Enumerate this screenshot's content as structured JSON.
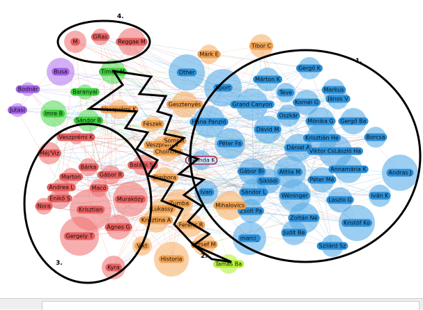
{
  "colors": {
    "blue": "#5aaee8",
    "orange": "#f7b26a",
    "red": "#f07878",
    "green": "#5fdc5f",
    "purple": "#b57bef",
    "highlight": "#b01e4a",
    "yellowgreen": "#b5f03a",
    "label_blue": "#2a8fd8",
    "label_orange": "#f0a050",
    "label_red": "#e85f5f",
    "label_green": "#3fcf3f",
    "label_purple": "#a260e8"
  },
  "groups": [
    {
      "name": "group-1-circle",
      "label": "1."
    },
    {
      "name": "group-2-zigzag",
      "label": "2."
    },
    {
      "name": "group-3-circle",
      "label": "3."
    },
    {
      "name": "group-4-ellipse",
      "label": "4."
    }
  ],
  "nodes": [
    {
      "label": "M",
      "color": "red"
    },
    {
      "label": "GRas",
      "color": "red"
    },
    {
      "label": "Reggae M",
      "color": "red"
    },
    {
      "label": "Márk E",
      "color": "orange"
    },
    {
      "label": "Tibor C",
      "color": "orange"
    },
    {
      "label": "Busa",
      "color": "purple"
    },
    {
      "label": "Tímea M",
      "color": "green"
    },
    {
      "label": "Bodnár",
      "color": "purple"
    },
    {
      "label": "Baranyai",
      "color": "green"
    },
    {
      "label": "Jutasi",
      "color": "purple"
    },
    {
      "label": "Imre B",
      "color": "green"
    },
    {
      "label": "Sándor B",
      "color": "green"
    },
    {
      "label": "Other",
      "color": "blue"
    },
    {
      "label": "Sport",
      "color": "blue"
    },
    {
      "label": "Gergő K",
      "color": "blue"
    },
    {
      "label": "Márton K",
      "color": "blue"
    },
    {
      "label": "Teve",
      "color": "blue"
    },
    {
      "label": "Markus",
      "color": "blue"
    },
    {
      "label": "János V",
      "color": "blue"
    },
    {
      "label": "Grand Canyon",
      "color": "blue"
    },
    {
      "label": "Kornél G",
      "color": "blue"
    },
    {
      "label": "Oszkár",
      "color": "blue"
    },
    {
      "label": "Mónika G",
      "color": "blue"
    },
    {
      "label": "Gergő Ba",
      "color": "blue"
    },
    {
      "label": "Gesztenyés",
      "color": "orange"
    },
    {
      "label": "Veszprémi K",
      "color": "orange"
    },
    {
      "label": "Fészek",
      "color": "orange"
    },
    {
      "label": "Hana Panzió",
      "color": "blue"
    },
    {
      "label": "Dávid M",
      "color": "blue"
    },
    {
      "label": "Krisztián He",
      "color": "blue"
    },
    {
      "label": "Borcsa",
      "color": "blue"
    },
    {
      "label": "Veszprémi K",
      "color": "red"
    },
    {
      "label": "Veszprém V",
      "color": "orange"
    },
    {
      "label": "Somsói",
      "color": "orange"
    },
    {
      "label": "Péter Fa",
      "color": "blue"
    },
    {
      "label": "Dániel A",
      "color": "blue"
    },
    {
      "label": "Viktor CsLászló Ha",
      "color": "blue"
    },
    {
      "label": "Méj'Viz",
      "color": "red"
    },
    {
      "label": "Cholnoky",
      "color": "orange"
    },
    {
      "label": "Melinda K",
      "color": "blue"
    },
    {
      "label": "Balázs Sz",
      "color": "red"
    },
    {
      "label": "Bárka",
      "color": "red"
    },
    {
      "label": "Gábor Bi",
      "color": "blue"
    },
    {
      "label": "Attila M",
      "color": "blue"
    },
    {
      "label": "Annamária K",
      "color": "blue"
    },
    {
      "label": "Andras J",
      "color": "blue"
    },
    {
      "label": "Marton",
      "color": "red"
    },
    {
      "label": "Gábor R",
      "color": "red"
    },
    {
      "label": "Cimbora",
      "color": "orange"
    },
    {
      "label": "Siklódi",
      "color": "blue"
    },
    {
      "label": "Péter Mé",
      "color": "blue"
    },
    {
      "label": "Andrea L",
      "color": "red"
    },
    {
      "label": "Macó",
      "color": "red"
    },
    {
      "label": "Ivan",
      "color": "blue"
    },
    {
      "label": "Sándor L",
      "color": "blue"
    },
    {
      "label": "Wéninger",
      "color": "blue"
    },
    {
      "label": "Laszlo G",
      "color": "blue"
    },
    {
      "label": "Iván K",
      "color": "blue"
    },
    {
      "label": "Enikő S",
      "color": "red"
    },
    {
      "label": "Murakózy",
      "color": "red"
    },
    {
      "label": "Nora",
      "color": "red"
    },
    {
      "label": "Krisztian",
      "color": "red"
    },
    {
      "label": "Zsolt Pa",
      "color": "blue"
    },
    {
      "label": "Zumba",
      "color": "orange"
    },
    {
      "label": "Mihalovics",
      "color": "orange"
    },
    {
      "label": "Lukassy",
      "color": "orange"
    },
    {
      "label": "Zoltán Né",
      "color": "blue"
    },
    {
      "label": "Ágnes G",
      "color": "red"
    },
    {
      "label": "Krisztina A",
      "color": "orange"
    },
    {
      "label": "Ferenc R",
      "color": "orange"
    },
    {
      "label": "Kristóf Ko",
      "color": "blue"
    },
    {
      "label": "Gergely T",
      "color": "red"
    },
    {
      "label": "Judit Be",
      "color": "blue"
    },
    {
      "label": "marci_",
      "color": "blue"
    },
    {
      "label": "Vikt",
      "color": "orange"
    },
    {
      "label": "Jozsef M",
      "color": "orange"
    },
    {
      "label": "Szilárd Sz",
      "color": "blue"
    },
    {
      "label": "Historia",
      "color": "orange"
    },
    {
      "label": "Tamás Ba",
      "color": "yellowgreen"
    },
    {
      "label": "Kyra",
      "color": "red"
    }
  ]
}
